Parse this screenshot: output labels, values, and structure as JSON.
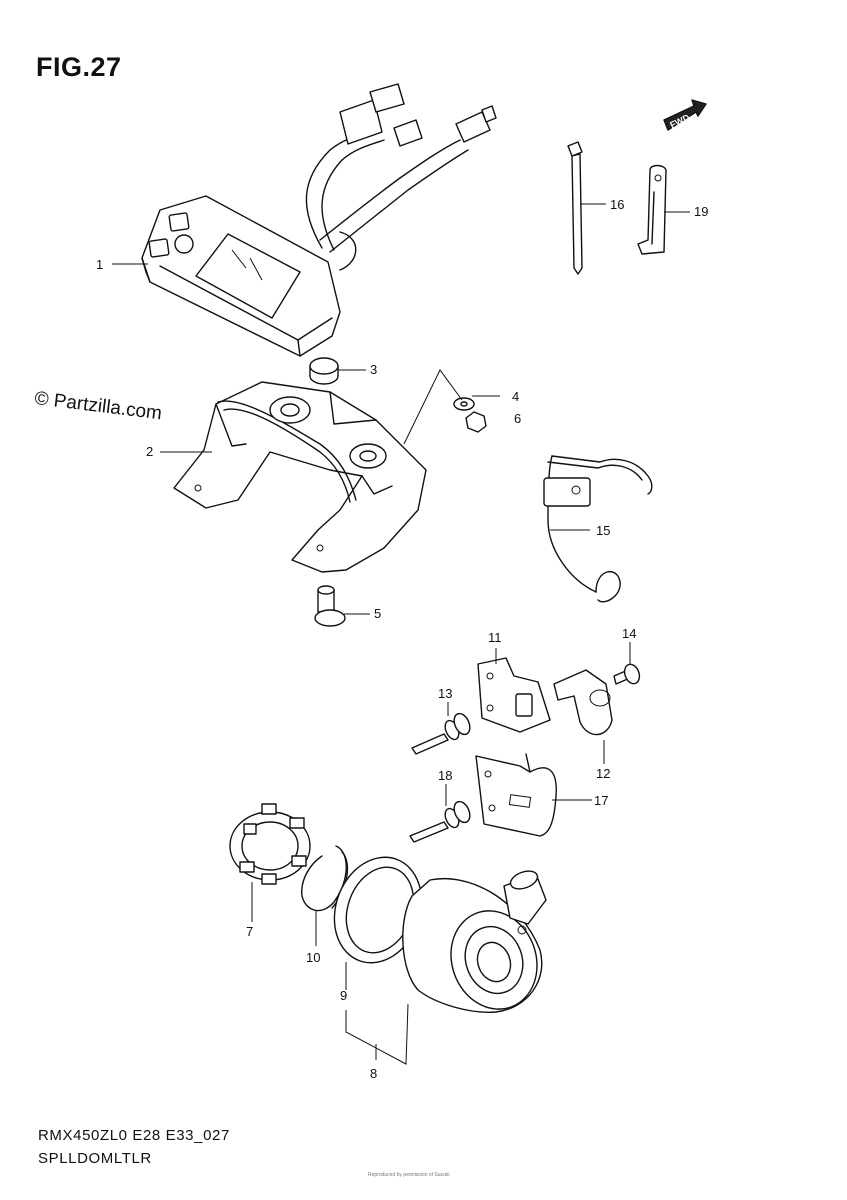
{
  "figure": {
    "title": "FIG.27"
  },
  "watermark": "© Partzilla.com",
  "fwd_label": "FWD",
  "callouts": [
    "1",
    "2",
    "3",
    "4",
    "5",
    "6",
    "7",
    "8",
    "9",
    "10",
    "11",
    "12",
    "13",
    "14",
    "15",
    "16",
    "17",
    "18",
    "19"
  ],
  "footer": {
    "code": "RMX450ZL0 E28 E33_027",
    "name": "SPLLDOMLTLR",
    "fine_print": "Reproduced by permission of Suzuki"
  }
}
